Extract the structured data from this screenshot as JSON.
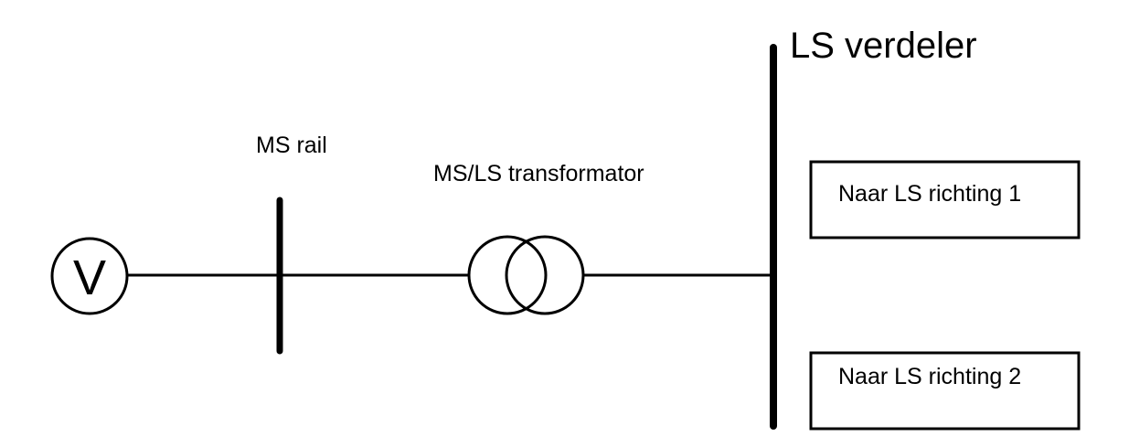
{
  "source": {
    "symbol": "V"
  },
  "ms_rail": {
    "label": "MS rail"
  },
  "transformer": {
    "label": "MS/LS transformator"
  },
  "ls_bus": {
    "label": "LS verdeler"
  },
  "feeders": [
    {
      "label": "Naar LS richting 1"
    },
    {
      "label": "Naar LS richting 2"
    }
  ],
  "colors": {
    "line": "#000000",
    "background": "#ffffff"
  }
}
